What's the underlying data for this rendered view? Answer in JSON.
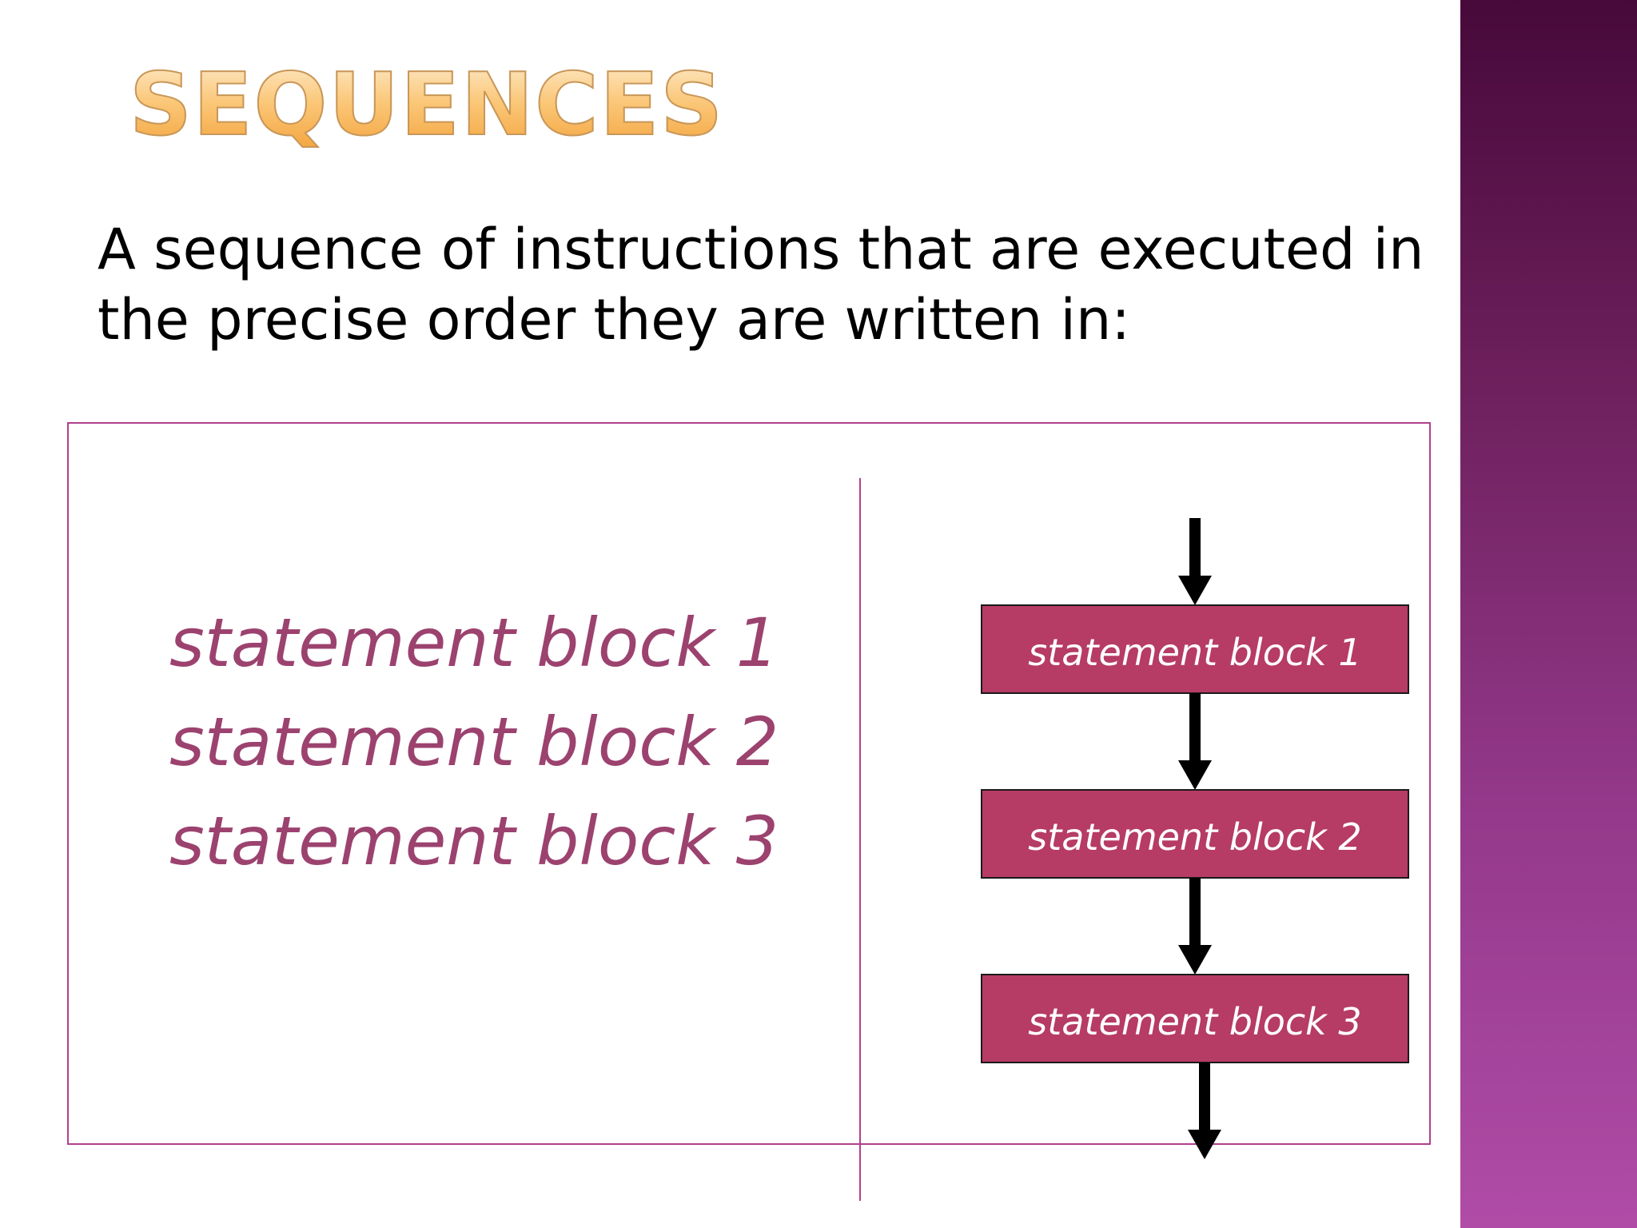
{
  "slide": {
    "title": "SEQUENCES",
    "intro": "A sequence of instructions that are executed in the precise order they are written in:"
  },
  "code_lines": [
    "statement block 1",
    "statement block 2",
    "statement block 3"
  ],
  "flowchart": {
    "blocks": [
      "statement block 1",
      "statement block 2",
      "statement block 3"
    ]
  },
  "colors": {
    "title_gradient": [
      "#fde7c2",
      "#f4a640"
    ],
    "frame": "#b0418f",
    "code_text": "#9c426f",
    "block_fill": "#b63b65",
    "side_bar": [
      "#47093a",
      "#b04ca7"
    ]
  }
}
